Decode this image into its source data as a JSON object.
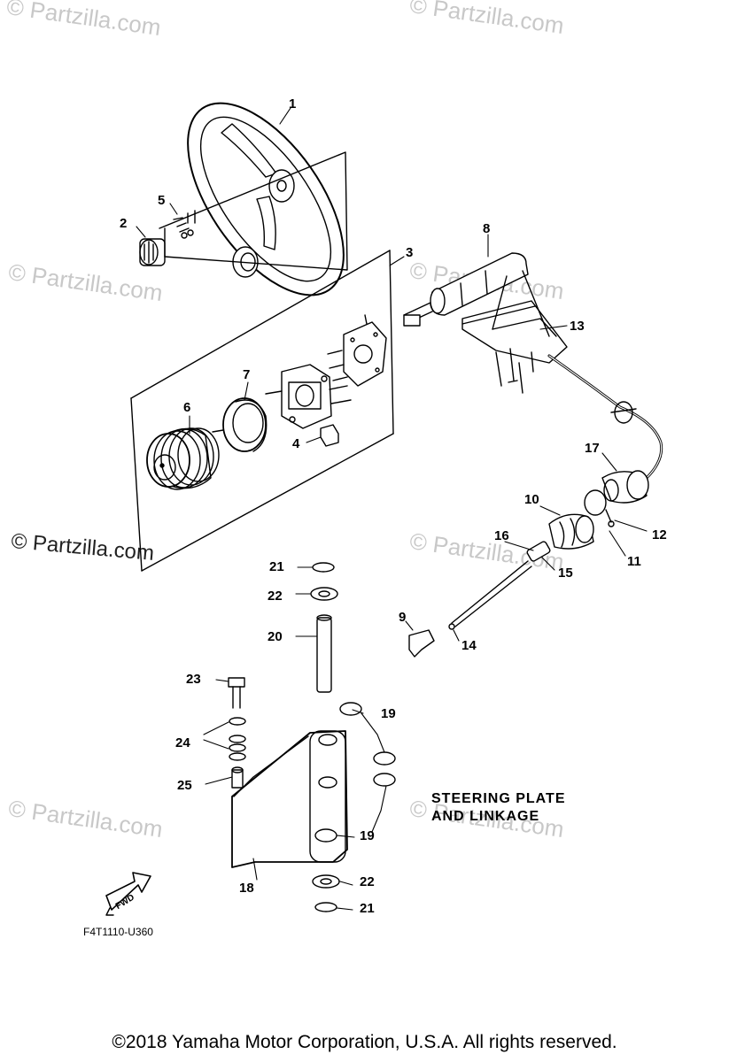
{
  "watermarks": [
    {
      "id": "wm1",
      "text": "© Partzilla.com"
    },
    {
      "id": "wm2",
      "text": "© Partzilla.com"
    },
    {
      "id": "wm3",
      "text": "© Partzilla.com"
    },
    {
      "id": "wm4",
      "text": "© Partzilla.com"
    },
    {
      "id": "wm5",
      "text": "© Partzilla.com"
    },
    {
      "id": "wm6",
      "text": "© Partzilla.com"
    },
    {
      "id": "wm7",
      "text": "© Partzilla.com"
    },
    {
      "id": "wm8",
      "text": "© Partzilla.com"
    }
  ],
  "callouts": {
    "c1": "1",
    "c2": "2",
    "c3": "3",
    "c4": "4",
    "c5": "5",
    "c6": "6",
    "c7": "7",
    "c8": "8",
    "c9": "9",
    "c10": "10",
    "c11": "11",
    "c12": "12",
    "c13": "13",
    "c14": "14",
    "c15": "15",
    "c16": "16",
    "c17": "17",
    "c18": "18",
    "c19a": "19",
    "c19b": "19",
    "c20": "20",
    "c21a": "21",
    "c21b": "21",
    "c22a": "22",
    "c22b": "22",
    "c23": "23",
    "c24": "24",
    "c25": "25"
  },
  "title": {
    "line1": "STEERING PLATE",
    "line2": "AND LINKAGE"
  },
  "fwd_label": "FWD",
  "diagram_code": "F4T1110-U360",
  "copyright": "©2018  Yamaha Motor Corporation, U.S.A. All rights reserved.",
  "colors": {
    "line": "#000000",
    "watermark": "#c8c8c8"
  }
}
